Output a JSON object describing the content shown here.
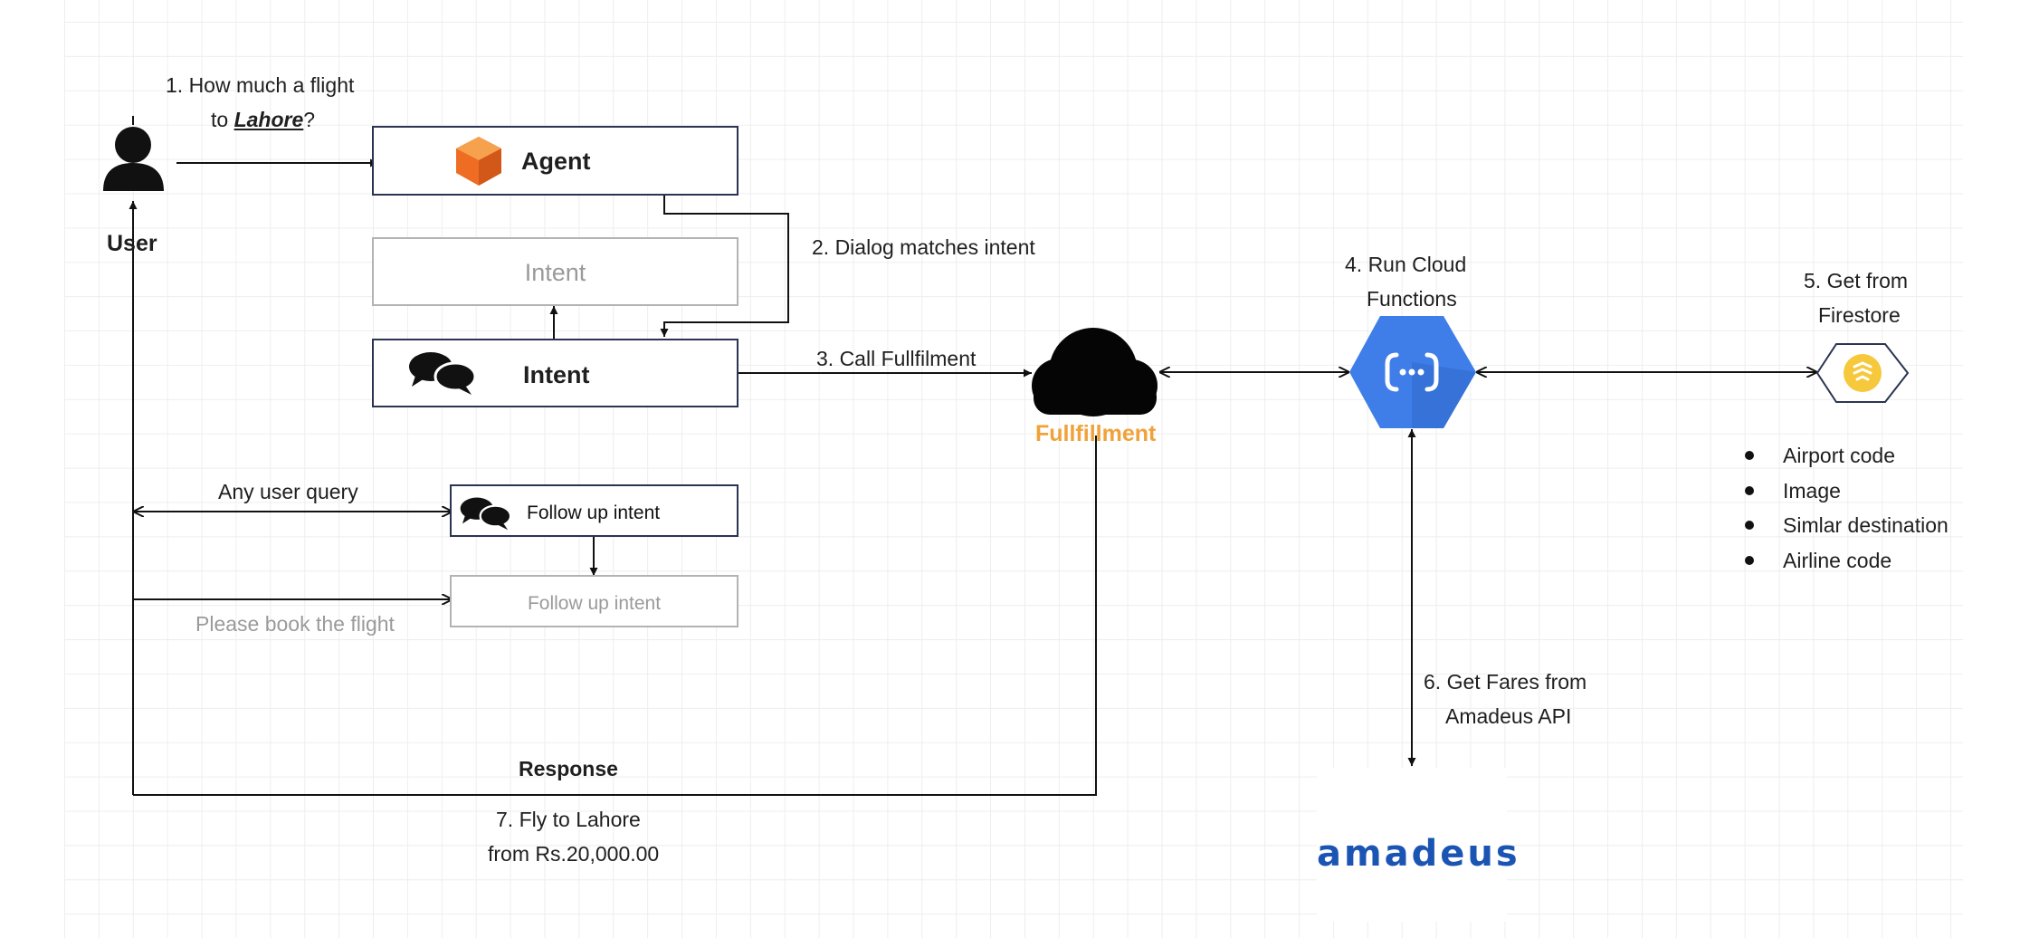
{
  "user": {
    "label": "User"
  },
  "steps": {
    "query_line1": "1. How much a flight",
    "query_line2_prefix": "to ",
    "query_city": "Lahore",
    "query_line2_suffix": "?",
    "dialog": "2. Dialog matches intent",
    "call_fulfillment": "3. Call Fullfilment",
    "cloud_functions_line1": "4. Run Cloud",
    "cloud_functions_line2": "Functions",
    "firestore_line1": "5. Get from",
    "firestore_line2": "Firestore",
    "fares_line1": "6. Get Fares from",
    "fares_line2": "Amadeus API",
    "reply_line1": "7. Fly to Lahore",
    "reply_line2": "from Rs.20,000.00"
  },
  "boxes": {
    "agent": "Agent",
    "intent_inactive": "Intent",
    "intent_active": "Intent",
    "follow_up_active": "Follow up intent",
    "follow_up_inactive": "Follow up intent"
  },
  "edges": {
    "any_user_query": "Any user query",
    "please_book": "Please book the flight",
    "response": "Response"
  },
  "fulfillment": {
    "label": "Fullfillment"
  },
  "firestore_items": [
    "Airport code",
    "Image",
    "Simlar destination",
    "Airline code"
  ],
  "logos": {
    "amadeus": "amadeus"
  },
  "colors": {
    "agent_logo": "#ef6c23",
    "fulfillment_label": "#f0a23a",
    "cloud_functions": "#3f7ee8",
    "firestore": "#f6c83b",
    "amadeus": "#1b55b3",
    "box_border": "#2b3452",
    "box_border_inactive": "#b3b3b3"
  },
  "icons": {
    "user": "user-silhouette-icon",
    "agent": "dialogflow-icon",
    "intent": "chat-bubbles-icon",
    "fulfillment": "cloud-icon",
    "cloud_functions": "cloud-functions-icon",
    "firestore": "firestore-icon"
  }
}
